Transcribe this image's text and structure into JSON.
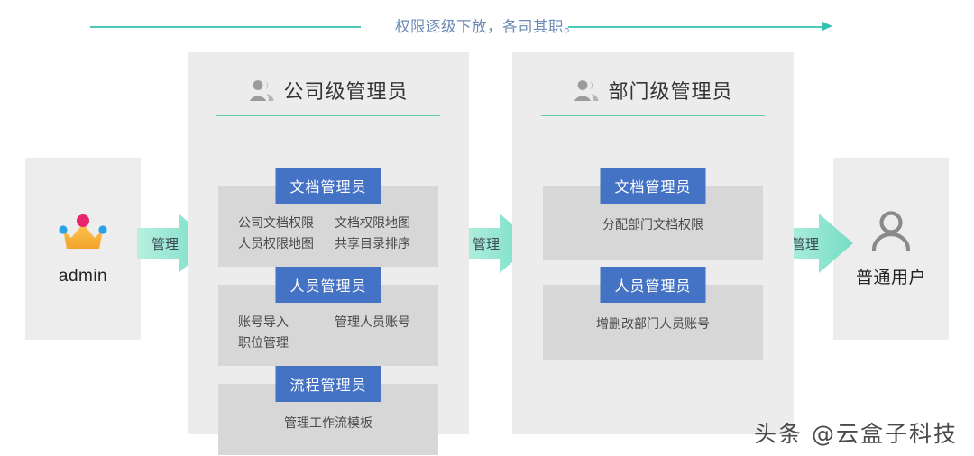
{
  "banner": {
    "text": "权限逐级下放，各司其职。",
    "line_color": "#4ec9b8"
  },
  "endpoints": {
    "admin": {
      "label": "admin",
      "icon": "crown-icon"
    },
    "user": {
      "label": "普通用户",
      "icon": "person-icon"
    }
  },
  "arrows": [
    {
      "label": "管理"
    },
    {
      "label": "管理"
    },
    {
      "label": "管理"
    }
  ],
  "panels": [
    {
      "title": "公司级管理员",
      "icon": "people-icon",
      "accent": "#5fcfae",
      "cards": [
        {
          "chip": "文档管理员",
          "layout": "grid2",
          "items": [
            "公司文档权限",
            "文档权限地图",
            "人员权限地图",
            "共享目录排序"
          ]
        },
        {
          "chip": "人员管理员",
          "layout": "grid2",
          "items": [
            "账号导入",
            "管理人员账号",
            "职位管理",
            ""
          ]
        },
        {
          "chip": "流程管理员",
          "layout": "centered",
          "items": [
            "管理工作流模板"
          ]
        }
      ]
    },
    {
      "title": "部门级管理员",
      "icon": "people-icon",
      "accent": "#5fcfae",
      "cards": [
        {
          "chip": "文档管理员",
          "layout": "centered",
          "items": [
            "分配部门文档权限"
          ]
        },
        {
          "chip": "人员管理员",
          "layout": "centered",
          "items": [
            "增删改部门人员账号"
          ]
        }
      ]
    }
  ],
  "watermark": "头条 @云盒子科技",
  "colors": {
    "chip_blue": "#4472c4",
    "panel_bg": "#ececec",
    "card_bg": "#d7d7d7",
    "endbox_bg": "#ededed",
    "arrow_green_light": "#a8ecd8",
    "arrow_green_dark": "#7fe0c8",
    "banner_text": "#6b8ab5"
  }
}
